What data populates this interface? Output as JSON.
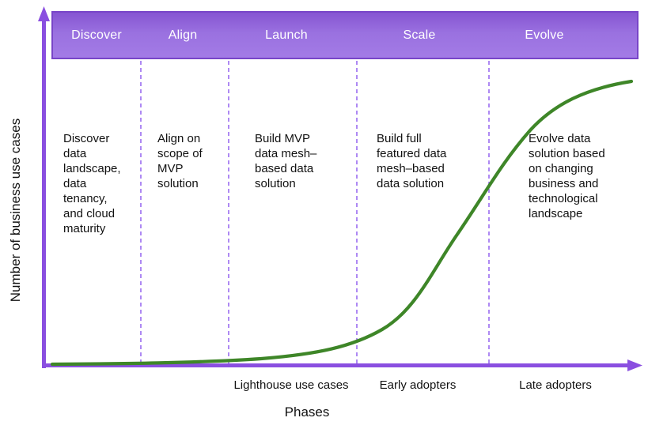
{
  "y_axis": {
    "label": "Number of business use cases"
  },
  "x_axis": {
    "label": "Phases",
    "segment_labels": [
      "Lighthouse use cases",
      "Early adopters",
      "Late adopters"
    ]
  },
  "phases": [
    {
      "label": "Discover",
      "description": "Discover\ndata\nlandscape,\ndata\ntenancy,\nand cloud\nmaturity"
    },
    {
      "label": "Align",
      "description": "Align on\nscope of\nMVP\nsolution"
    },
    {
      "label": "Launch",
      "description": "Build MVP\ndata mesh–\nbased data\nsolution"
    },
    {
      "label": "Scale",
      "description": "Build full\nfeatured data\nmesh–based\ndata solution"
    },
    {
      "label": "Evolve",
      "description": "Evolve data\nsolution based\non changing\nbusiness and\ntechnological\nlandscape"
    }
  ],
  "colors": {
    "phase_bar_fill": "#9a71e0",
    "phase_bar_border": "#7845c8",
    "axis_purple": "#8a4fe0",
    "divider_purple": "#9a6cf0",
    "curve_green": "#3e8628",
    "text": "#111111",
    "phase_label_text": "#ffffff"
  }
}
